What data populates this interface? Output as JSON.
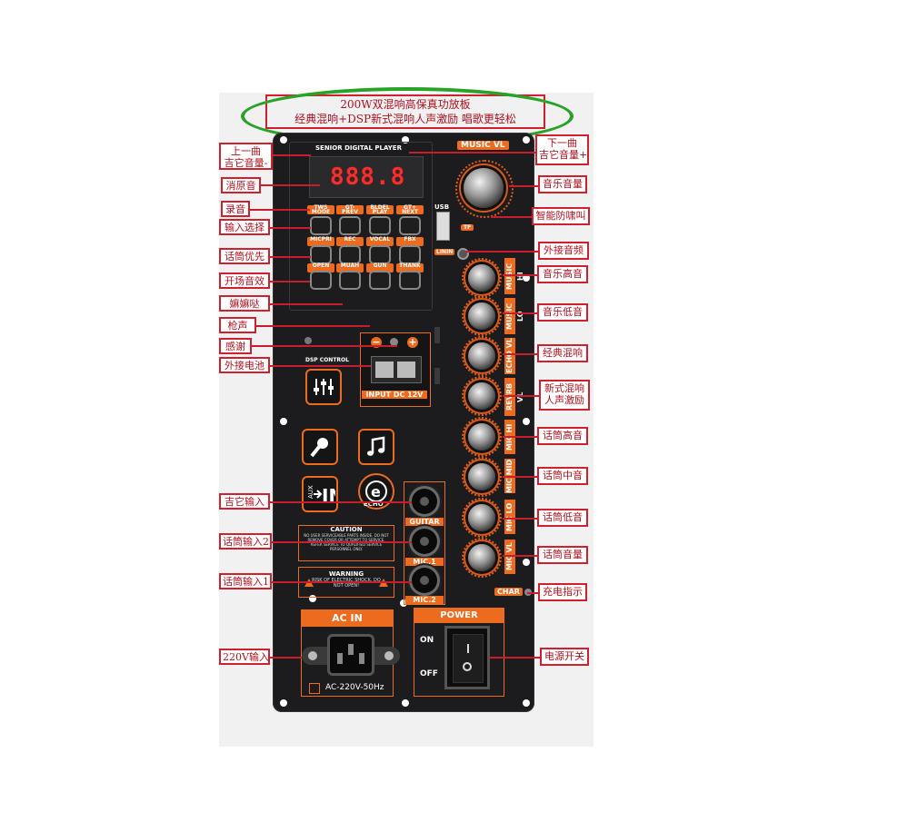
{
  "title": {
    "line1": "200W双混响高保真功放板",
    "line2": "经典混响+DSP新式混响人声激励 唱歌更轻松"
  },
  "panel": {
    "brand": "SENIOR DIGITAL PLAYER",
    "display": "888.8",
    "music_vl": "MUSIC VL",
    "usb": "USB",
    "tf": "TF",
    "linin": "LININ",
    "dsp_control": "DSP CONTROL",
    "input_dc": "INPUT DC 12V",
    "echo": "ECHO",
    "guitar": "GUITAR",
    "mic1": "MIC.1",
    "mic2": "MIC.2",
    "char": "CHAR",
    "ac_in": "AC IN",
    "ac_spec": "AC-220V-50Hz",
    "power": "POWER",
    "on": "ON",
    "off": "OFF",
    "caution_title": "CAUTION",
    "caution_text": "NO USER SERVICEABLE PARTS INSIDE. DO NOT REMOVE COVER OR ATTEMPT TO SERVICE. REFER SERVICE TO QUALIFIED SERVICE PERSONNEL ONLY.",
    "warning_title": "WARNING",
    "warning_text": "RISK OF ELECTRIC SHOCK, DO NOT OPEN!",
    "buttons_row1": [
      "TWS MODE",
      "GT- PREV",
      "BLDEL PLAY",
      "GT+ NEXT"
    ],
    "buttons_row2": [
      "MICPRI",
      "REC",
      "VOCAL",
      "FBX"
    ],
    "buttons_row3": [
      "OPEN",
      "MUAH",
      "GUN",
      "THANK"
    ],
    "knob_labels": [
      "MUSIC HI",
      "MUSIC LO",
      "ECHO VL",
      "REVRB VL",
      "MIC HI",
      "MIC MID",
      "MIC LO",
      "MIC VL"
    ]
  },
  "callouts_left": [
    "上一曲\n吉它音量-",
    "消原音",
    "录音",
    "输入选择",
    "话筒优先",
    "开场音效",
    "嫲嫲哒",
    "枪声",
    "感谢",
    "外接电池",
    "吉它输入",
    "话筒输入2",
    "话筒输入1",
    "220V输入"
  ],
  "callouts_right": [
    "下一曲\n吉它音量+",
    "音乐音量",
    "智能防啸叫",
    "外接音频",
    "音乐高音",
    "音乐低音",
    "经典混响",
    "新式混响\n人声激励",
    "话筒高音",
    "话筒中音",
    "话筒低音",
    "话筒音量",
    "充电指示",
    "电源开关"
  ],
  "colors": {
    "accent": "#ec6b1f",
    "callout_red": "#d0202e",
    "ellipse_green": "#28a328",
    "panel": "#1c1c1e",
    "display_red": "#ff2a2a"
  }
}
